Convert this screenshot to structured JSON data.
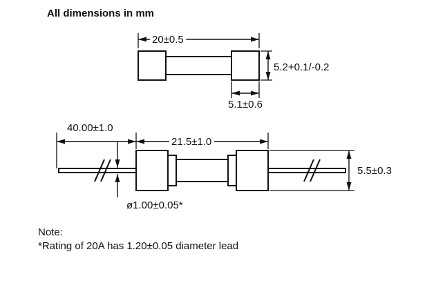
{
  "title": "All dimensions in mm",
  "diagram": {
    "type": "fuse-dimension-drawing",
    "top_view": {
      "overall_length": "20±0.5",
      "cap_diameter": "5.2+0.1/-0.2",
      "cap_length": "5.1±0.6"
    },
    "side_view": {
      "lead_length": "40.00±1.0",
      "body_length": "21.5±1.0",
      "body_diameter": "5.5±0.3",
      "lead_diameter": "ø1.00±0.05*"
    }
  },
  "note": {
    "label": "Note:",
    "text": "*Rating of 20A has 1.20±0.05 diameter lead"
  },
  "colors": {
    "line": "#111111",
    "background": "#ffffff"
  }
}
